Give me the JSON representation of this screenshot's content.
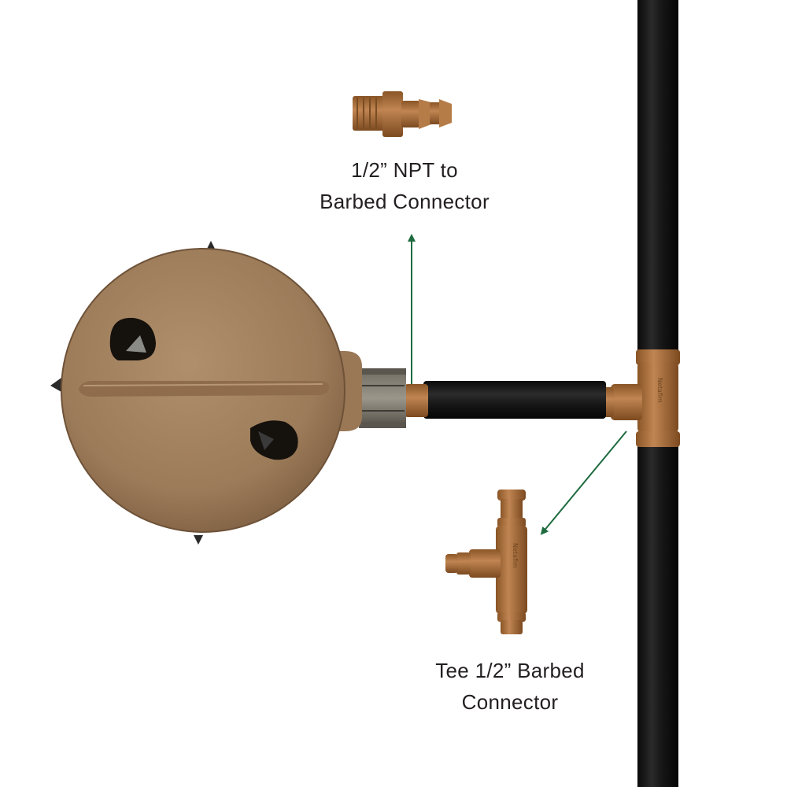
{
  "labels": {
    "npt_connector": {
      "line1": "1/2” NPT to",
      "line2": "Barbed Connector"
    },
    "tee_connector": {
      "line1": "Tee 1/2” Barbed",
      "line2": "Connector"
    }
  },
  "colors": {
    "background": "#ffffff",
    "emitter_body": "#a0805e",
    "fitting_brown": "#a86f3c",
    "tubing_black": "#141414",
    "arrow_green": "#1e6b3f",
    "text": "#231f20"
  }
}
